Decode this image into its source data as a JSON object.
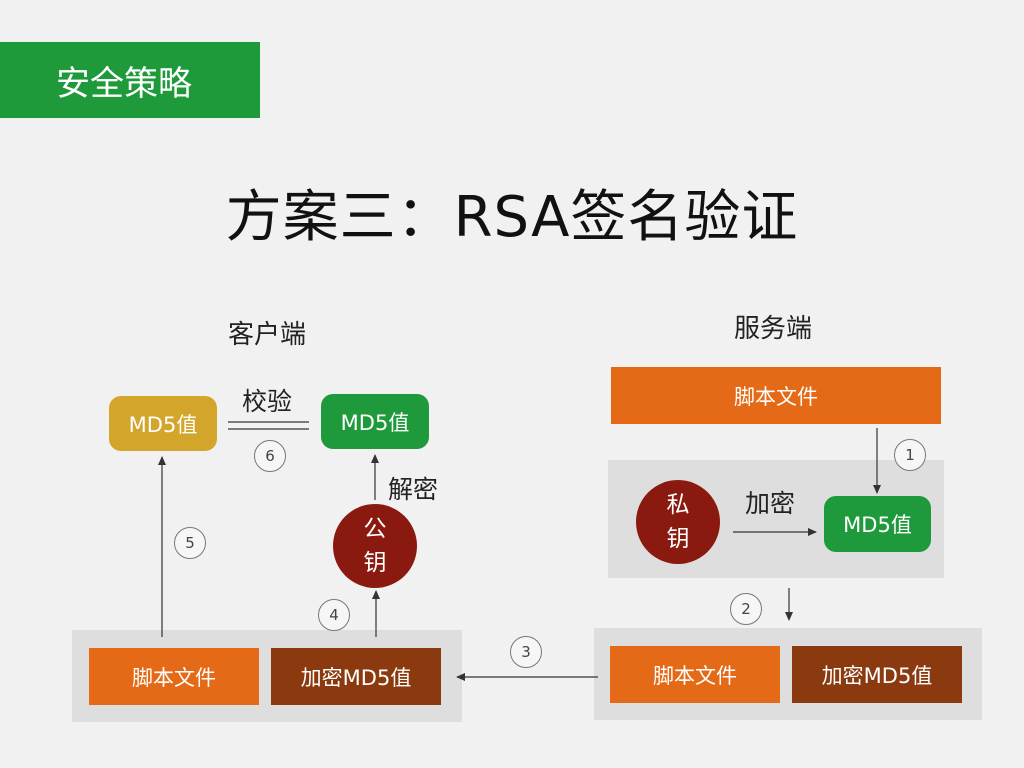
{
  "banner": {
    "label": "安全策略"
  },
  "title": "方案三：RSA签名验证",
  "client": {
    "label": "客户端",
    "md5_left": "MD5值",
    "md5_right": "MD5值",
    "verify_label": "校验",
    "decrypt_label": "解密",
    "public_key": [
      "公",
      "钥"
    ],
    "script_file": "脚本文件",
    "encrypted_md5": "加密MD5值"
  },
  "server": {
    "label": "服务端",
    "script_file": "脚本文件",
    "private_key": [
      "私",
      "钥"
    ],
    "encrypt_label": "加密",
    "md5": "MD5值",
    "script_file_bottom": "脚本文件",
    "encrypted_md5": "加密MD5值"
  },
  "steps": [
    "1",
    "2",
    "3",
    "4",
    "5",
    "6"
  ],
  "colors": {
    "banner": "#1f9a3a",
    "orange": "#e56a17",
    "brown": "#8b3a0f",
    "green": "#1e9a3c",
    "gold": "#d3a52a",
    "key_circle": "#8a1a10"
  }
}
